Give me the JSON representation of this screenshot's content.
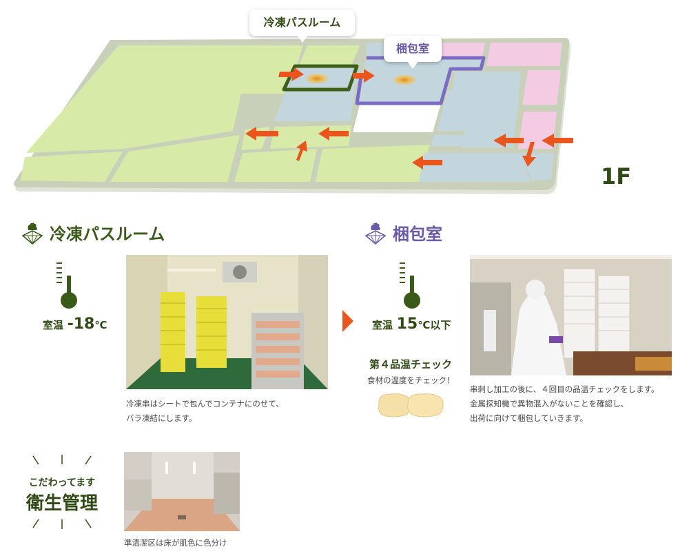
{
  "floor_map": {
    "callout_pass_room": "冷凍パスルーム",
    "callout_packing_room": "梱包室",
    "floor_label": "1F",
    "colors": {
      "production_area": "#d8eaa8",
      "clean_area": "#c3d6de",
      "pink_area": "#f3cce4",
      "wall": "#c8d0b9",
      "pass_room_outline": "#3f5e17",
      "packing_outline": "#7a6cc4",
      "flow_arrow": "#e8561e"
    }
  },
  "pass_room": {
    "title": "冷凍パスルーム",
    "icon": "rooster-emblem-icon",
    "temp_label": "室温",
    "temp_value": "-18",
    "temp_unit": "℃",
    "photo_description": "冷凍パスルーム内部写真",
    "caption_line1": "冷凍串はシートで包んでコンテナにのせて、",
    "caption_line2": "バラ凍結にします。"
  },
  "packing_room": {
    "title": "梱包室",
    "icon": "rooster-emblem-icon",
    "temp_label": "室温",
    "temp_value": "15",
    "temp_unit": "℃以下",
    "check_title": "第４品温チェック",
    "check_subtitle": "食材の温度をチェック！",
    "caption_line1": "串刺し加工の後に、４回目の品温チェックをします。",
    "caption_line2": "金属探知機で異物混入がないことを確認し、",
    "caption_line3": "出荷に向けて梱包していきます。"
  },
  "hygiene": {
    "small_text": "こだわってます",
    "big_text": "衛生管理",
    "caption": "準清潔区は床が肌色に色分け"
  },
  "colors": {
    "green_dark": "#2f4a14",
    "purple": "#6b5aa8",
    "arrow_orange": "#e8561e",
    "thermo_green": "#3a5a1a"
  }
}
